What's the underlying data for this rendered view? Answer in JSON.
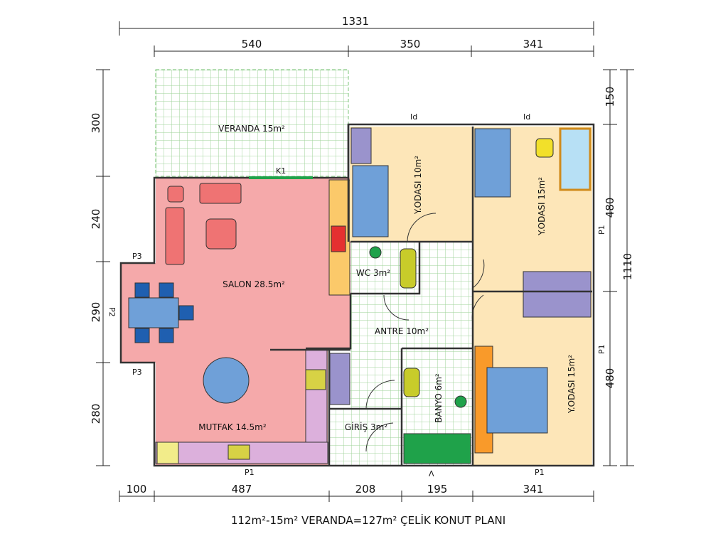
{
  "title": "112m²-15m² VERANDA=127m² ÇELİK KONUT PLANI",
  "rooms": {
    "veranda": "VERANDA 15m²",
    "salon": "SALON 28.5m²",
    "mutfak": "MUTFAK 14.5m²",
    "yodasi_small": "Y.ODASI 10m²",
    "yodasi_top_right": "Y.ODASI 15m²",
    "yodasi_bottom_right": "Y.ODASI 15m²",
    "wc": "WC 3m²",
    "antre": "ANTRE 10m²",
    "banyo": "BANYO 6m²",
    "giris": "GİRİŞ 3m²"
  },
  "openings": {
    "k1": "K1",
    "id1": "Id",
    "id2": "Id",
    "p1_right_top": "P1",
    "p1_right_bottom": "P1",
    "p1_bottom_left": "P1",
    "p1_bottom_right": "P1",
    "p3_top": "P3",
    "p3_bottom": "P3",
    "p2": "P2",
    "entry_marker": "Λ"
  },
  "dimensions": {
    "top_total": "1331",
    "top": [
      "540",
      "350",
      "341"
    ],
    "left": [
      "300",
      "240",
      "290",
      "280"
    ],
    "right": [
      "150",
      "480",
      "480"
    ],
    "right_total": "1110",
    "bottom": [
      "100",
      "487",
      "208",
      "195",
      "341"
    ]
  },
  "colors": {
    "salon": "#f5a9aa",
    "bedroom": "#fde6b8",
    "tile": "#e9f6e4",
    "kitchen_counter": "#dcb0dc",
    "furniture_blue": "#6fa0d8",
    "wardrobe": "#9a93cc"
  }
}
